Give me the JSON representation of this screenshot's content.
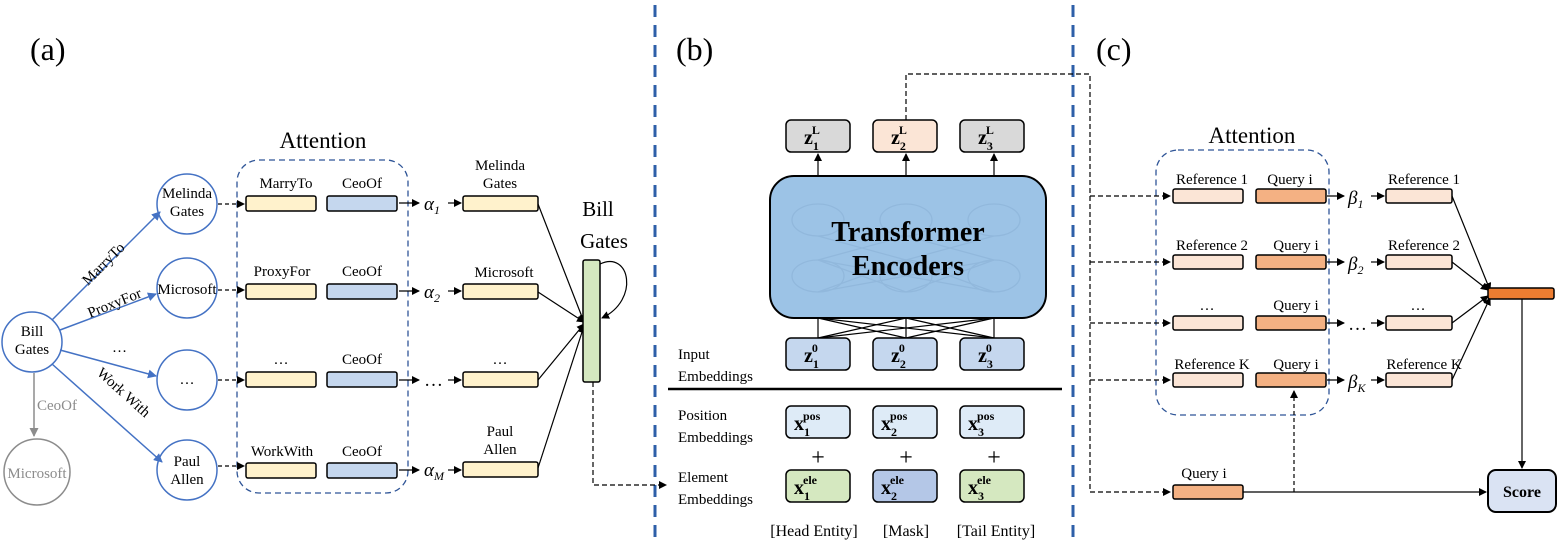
{
  "panels": {
    "a": "(a)",
    "b": "(b)",
    "c": "(c)"
  },
  "panel_a": {
    "attention_title": "Attention",
    "nodes": {
      "bill_gates": [
        "Bill",
        "Gates"
      ],
      "melinda_gates": [
        "Melinda",
        "Gates"
      ],
      "microsoft": "Microsoft",
      "ellipsis": "…",
      "paul_allen": [
        "Paul",
        "Allen"
      ],
      "microsoft_gray": "Microsoft"
    },
    "edges": {
      "marry_to": "MarryTo",
      "proxy_for": "ProxyFor",
      "dots": "…",
      "work_with": "Work With",
      "ceo_of": "CeoOf"
    },
    "rows": [
      {
        "rel": "MarryTo",
        "query": "CeoOf",
        "alpha": "α",
        "alpha_sub": "1",
        "out": [
          "Melinda",
          "Gates"
        ]
      },
      {
        "rel": "ProxyFor",
        "query": "CeoOf",
        "alpha": "α",
        "alpha_sub": "2",
        "out": [
          "Microsoft"
        ]
      },
      {
        "rel": "…",
        "query": "CeoOf",
        "alpha": "…",
        "alpha_sub": "",
        "out": [
          "…"
        ]
      },
      {
        "rel": "WorkWith",
        "query": "CeoOf",
        "alpha": "α",
        "alpha_sub": "M",
        "out": [
          "Paul",
          "Allen"
        ]
      }
    ],
    "aggregate": [
      "Bill",
      "Gates"
    ]
  },
  "panel_b": {
    "outputs": [
      {
        "base": "z",
        "sub": "1",
        "sup": "L"
      },
      {
        "base": "z",
        "sub": "2",
        "sup": "L"
      },
      {
        "base": "z",
        "sub": "3",
        "sup": "L"
      }
    ],
    "encoder": [
      "Transformer",
      "Encoders"
    ],
    "inputs": [
      {
        "base": "z",
        "sub": "1",
        "sup": "0"
      },
      {
        "base": "z",
        "sub": "2",
        "sup": "0"
      },
      {
        "base": "z",
        "sub": "3",
        "sup": "0"
      }
    ],
    "input_label": [
      "Input",
      "Embeddings"
    ],
    "position_label": [
      "Position",
      "Embeddings"
    ],
    "element_label": [
      "Element",
      "Embeddings"
    ],
    "positions": [
      {
        "base": "x",
        "sub": "1",
        "sup": "pos"
      },
      {
        "base": "x",
        "sub": "2",
        "sup": "pos"
      },
      {
        "base": "x",
        "sub": "3",
        "sup": "pos"
      }
    ],
    "elements": [
      {
        "base": "x",
        "sub": "1",
        "sup": "ele"
      },
      {
        "base": "x",
        "sub": "2",
        "sup": "ele"
      },
      {
        "base": "x",
        "sub": "3",
        "sup": "ele"
      }
    ],
    "plus": "+",
    "token_labels": [
      "[Head Entity]",
      "[Mask]",
      "[Tail Entity]"
    ]
  },
  "panel_c": {
    "attention_title": "Attention",
    "rows": [
      {
        "ref": "Reference 1",
        "query": "Query i",
        "beta": "β",
        "beta_sub": "1",
        "out": "Reference 1"
      },
      {
        "ref": "Reference 2",
        "query": "Query i",
        "beta": "β",
        "beta_sub": "2",
        "out": "Reference 2"
      },
      {
        "ref": "…",
        "query": "Query i",
        "beta": "…",
        "beta_sub": "",
        "out": "…"
      },
      {
        "ref": "Reference K",
        "query": "Query i",
        "beta": "β",
        "beta_sub": "K",
        "out": "Reference K"
      }
    ],
    "query_bottom": "Query i",
    "score": "Score"
  },
  "colors": {
    "yellow_fill": "#fff2cc",
    "blue_fill": "#c5d7ee",
    "green_fill": "#d5e8c0",
    "encoder_fill": "#9cc3e6",
    "light_blue_fill": "#deebf7",
    "mid_blue_fill": "#b4c7e7",
    "gray_fill": "#d9d9d9",
    "peach_fill": "#fbe5d6",
    "orange_fill": "#f4b183",
    "dark_orange": "#ed7d31",
    "node_stroke": "#4472c4",
    "score_fill": "#dae3f3",
    "divider": "#2e5fa8"
  }
}
